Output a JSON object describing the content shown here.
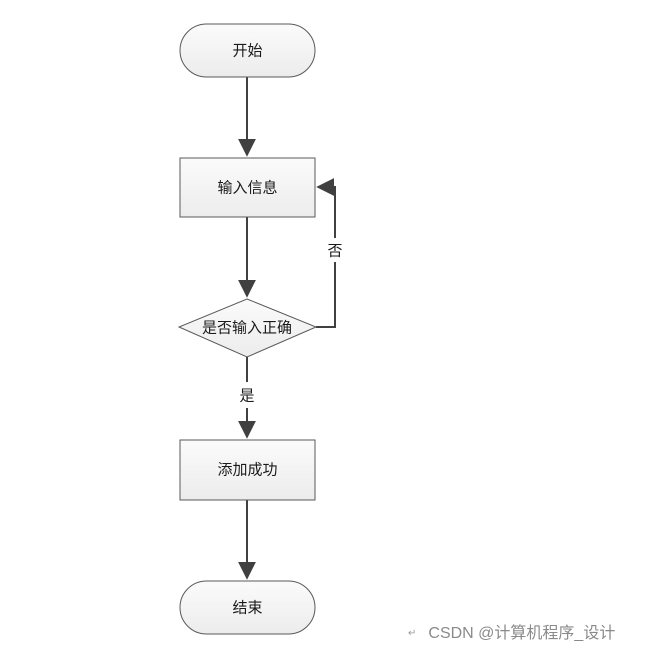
{
  "flowchart": {
    "nodes": {
      "start": "开始",
      "input": "输入信息",
      "decision": "是否输入正确",
      "success": "添加成功",
      "end": "结束"
    },
    "edges": {
      "no": "否",
      "yes": "是"
    }
  },
  "watermark": {
    "paragraph_mark": "↵",
    "text": "CSDN @计算机程序_设计"
  },
  "colors": {
    "shape_fill": "#f2f2f2",
    "shape_stroke": "#595959",
    "arrow": "#404040",
    "text": "#1a1a1a",
    "watermark": "#8a8a8a"
  }
}
